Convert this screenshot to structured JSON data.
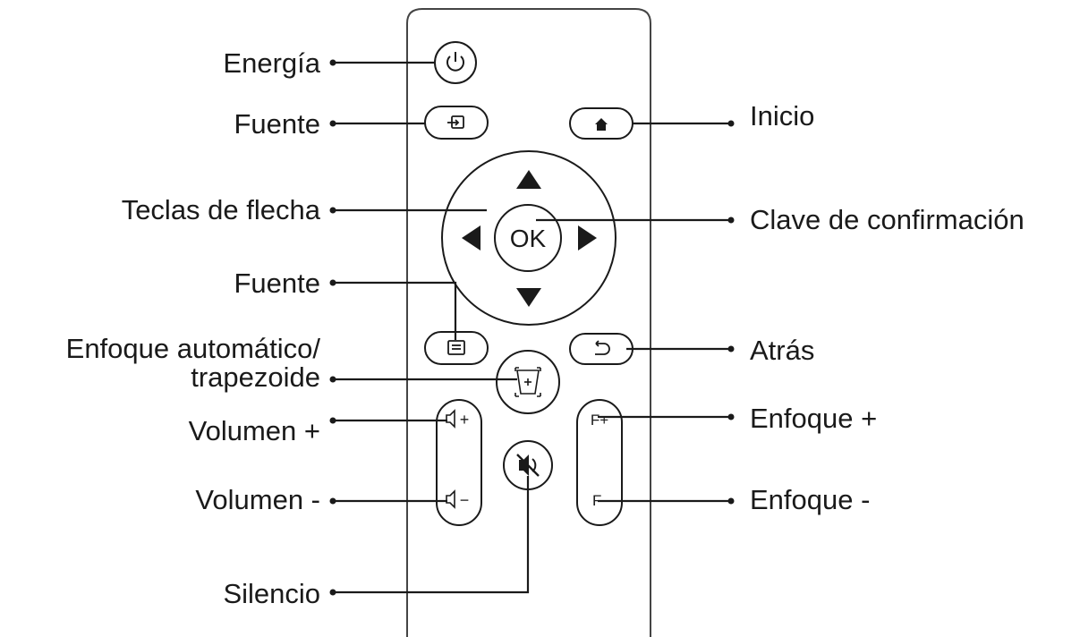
{
  "labels": {
    "power": "Energía",
    "source_top": "Fuente",
    "home": "Inicio",
    "arrow_keys": "Teclas de flecha",
    "confirm_key": "Clave  de confirmación",
    "source_menu": "Fuente",
    "back": "Atrás",
    "autofocus_line1": "Enfoque automático/",
    "autofocus_line2": "trapezoide",
    "volume_up": "Volumen +",
    "focus_up": "Enfoque +",
    "volume_down": "Volumen -",
    "focus_down": "Enfoque -",
    "mute": "Silencio"
  },
  "buttons": {
    "ok": "OK",
    "focus_plus": "F+",
    "focus_minus": "F-",
    "vol_plus": "+",
    "vol_minus": "−"
  },
  "icons": {
    "power": "power-icon",
    "source": "input-source-icon",
    "home": "home-icon",
    "up": "arrow-up-icon",
    "down": "arrow-down-icon",
    "left": "arrow-left-icon",
    "right": "arrow-right-icon",
    "menu": "menu-icon",
    "back": "back-icon",
    "keystone": "keystone-icon",
    "mute": "mute-icon",
    "speaker": "speaker-icon"
  }
}
